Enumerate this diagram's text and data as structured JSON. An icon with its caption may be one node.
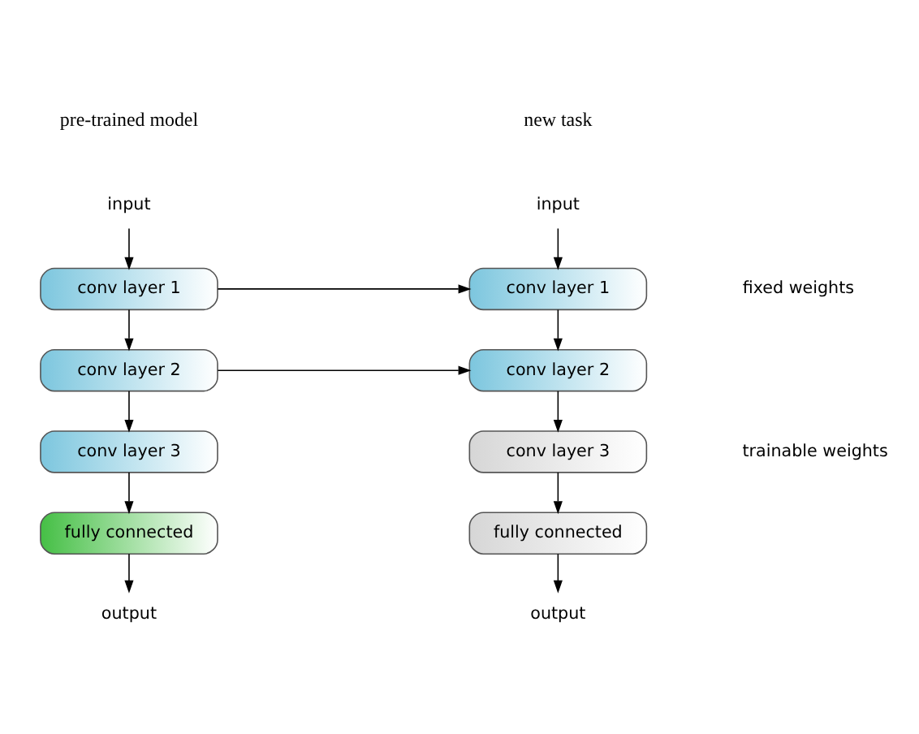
{
  "diagram": {
    "nodes": [
      {
        "text": [
          "input"
        ]
      },
      {
        "text": [
          "conv layer 1"
        ]
      },
      {
        "text": [
          "conv layer 2"
        ]
      },
      {
        "text": [
          "conv layer 3"
        ]
      },
      {
        "text": [
          "fully connected"
        ]
      },
      {
        "text": [
          "output"
        ]
      },
      {
        "text": [
          "input"
        ]
      },
      {
        "text": [
          "conv layer 1"
        ]
      },
      {
        "text": [
          "conv layer 2"
        ]
      },
      {
        "text": [
          "conv layer 3"
        ]
      },
      {
        "text": [
          "fully connected"
        ]
      },
      {
        "text": [
          "output"
        ]
      }
    ],
    "edges": [
      {
        "from": 0,
        "to": 1,
        "arrow": "to"
      },
      {
        "from": 1,
        "to": 2,
        "arrow": "to"
      },
      {
        "from": 2,
        "to": 3,
        "arrow": "to"
      },
      {
        "from": 3,
        "to": 4,
        "arrow": "to"
      },
      {
        "from": 4,
        "to": 5,
        "arrow": "to"
      },
      {
        "from": 6,
        "to": 7,
        "arrow": "to"
      },
      {
        "from": 7,
        "to": 8,
        "arrow": "to"
      },
      {
        "from": 8,
        "to": 9,
        "arrow": "to"
      },
      {
        "from": 9,
        "to": 10,
        "arrow": "to"
      },
      {
        "from": 10,
        "to": 11,
        "arrow": "to"
      },
      {
        "from": 1,
        "to": 7,
        "arrow": "to"
      },
      {
        "from": 2,
        "to": 8,
        "arrow": "to"
      }
    ],
    "labels": [
      "pre-trained model",
      "new task",
      "fixed weights",
      "trainable weights"
    ]
  }
}
